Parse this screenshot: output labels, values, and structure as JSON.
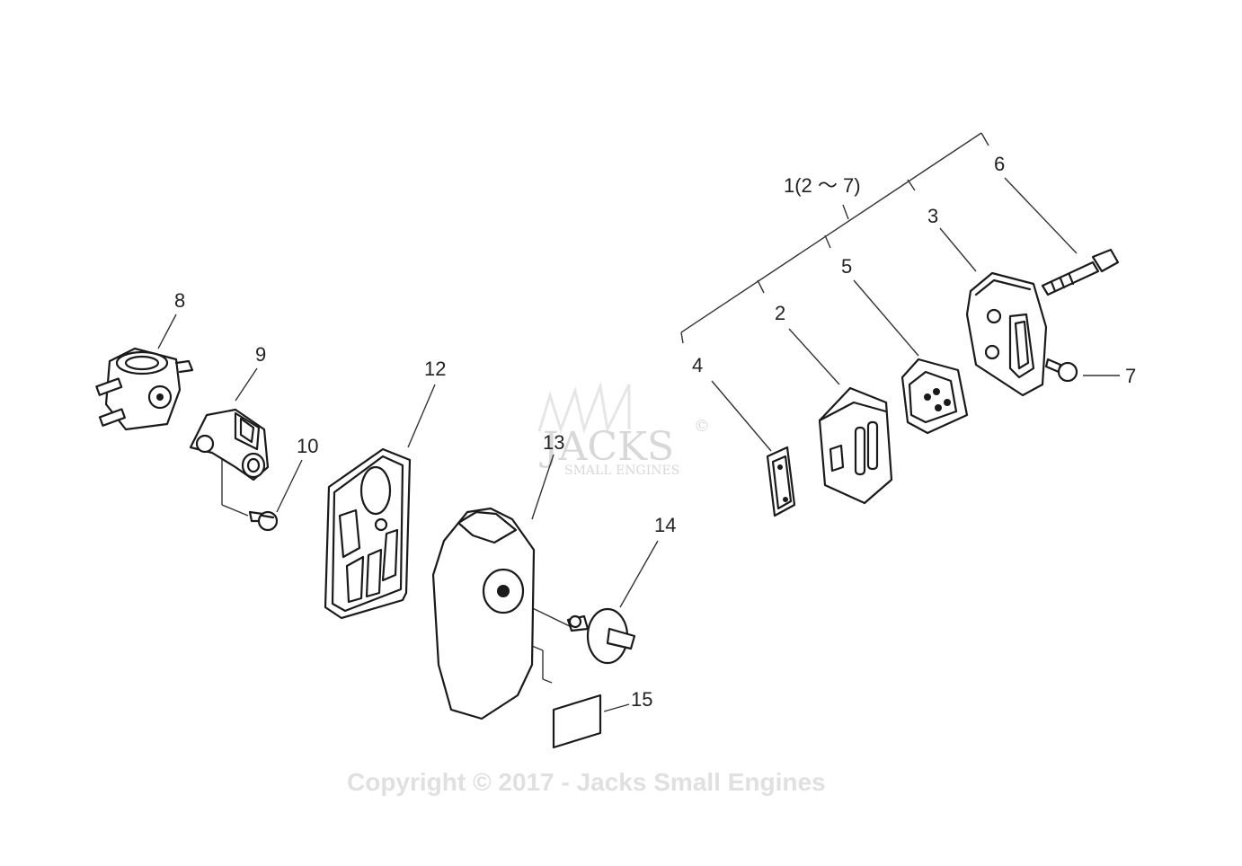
{
  "diagram": {
    "callouts": {
      "c1": "1(2 ～ 7)",
      "c2": "2",
      "c3": "3",
      "c4": "4",
      "c5": "5",
      "c6": "6",
      "c7": "7",
      "c8": "8",
      "c9": "9",
      "c10": "10",
      "c12": "12",
      "c13": "13",
      "c14": "14",
      "c15": "15"
    },
    "watermark": {
      "logo_main": "JACKS",
      "logo_symbol": "©",
      "logo_sub": "SMALL ENGINES"
    },
    "copyright": "Copyright © 2017 - Jacks Small Engines"
  }
}
